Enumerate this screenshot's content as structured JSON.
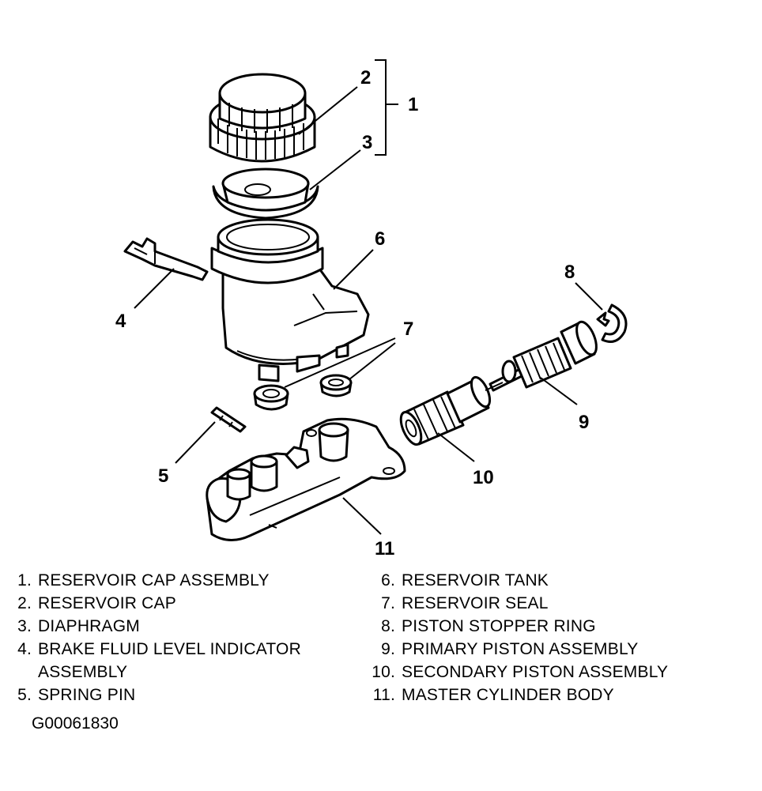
{
  "callouts": {
    "c1": "1",
    "c2": "2",
    "c3": "3",
    "c4": "4",
    "c5": "5",
    "c6": "6",
    "c7": "7",
    "c8": "8",
    "c9": "9",
    "c10": "10",
    "c11": "11"
  },
  "legend_left": [
    {
      "num": "1.",
      "label": "RESERVOIR CAP ASSEMBLY"
    },
    {
      "num": "2.",
      "label": "RESERVOIR CAP"
    },
    {
      "num": "3.",
      "label": "DIAPHRAGM"
    },
    {
      "num": "4.",
      "label": "BRAKE FLUID LEVEL INDICATOR"
    },
    {
      "num": "",
      "label": "ASSEMBLY"
    },
    {
      "num": "5.",
      "label": "SPRING PIN"
    }
  ],
  "legend_right": [
    {
      "num": "6.",
      "label": "RESERVOIR TANK"
    },
    {
      "num": "7.",
      "label": "RESERVOIR SEAL"
    },
    {
      "num": "8.",
      "label": "PISTON STOPPER RING"
    },
    {
      "num": "9.",
      "label": "PRIMARY PISTON ASSEMBLY"
    },
    {
      "num": "10.",
      "label": "SECONDARY PISTON ASSEMBLY"
    },
    {
      "num": "11.",
      "label": "MASTER CYLINDER BODY"
    }
  ],
  "figure_code": "G00061830"
}
